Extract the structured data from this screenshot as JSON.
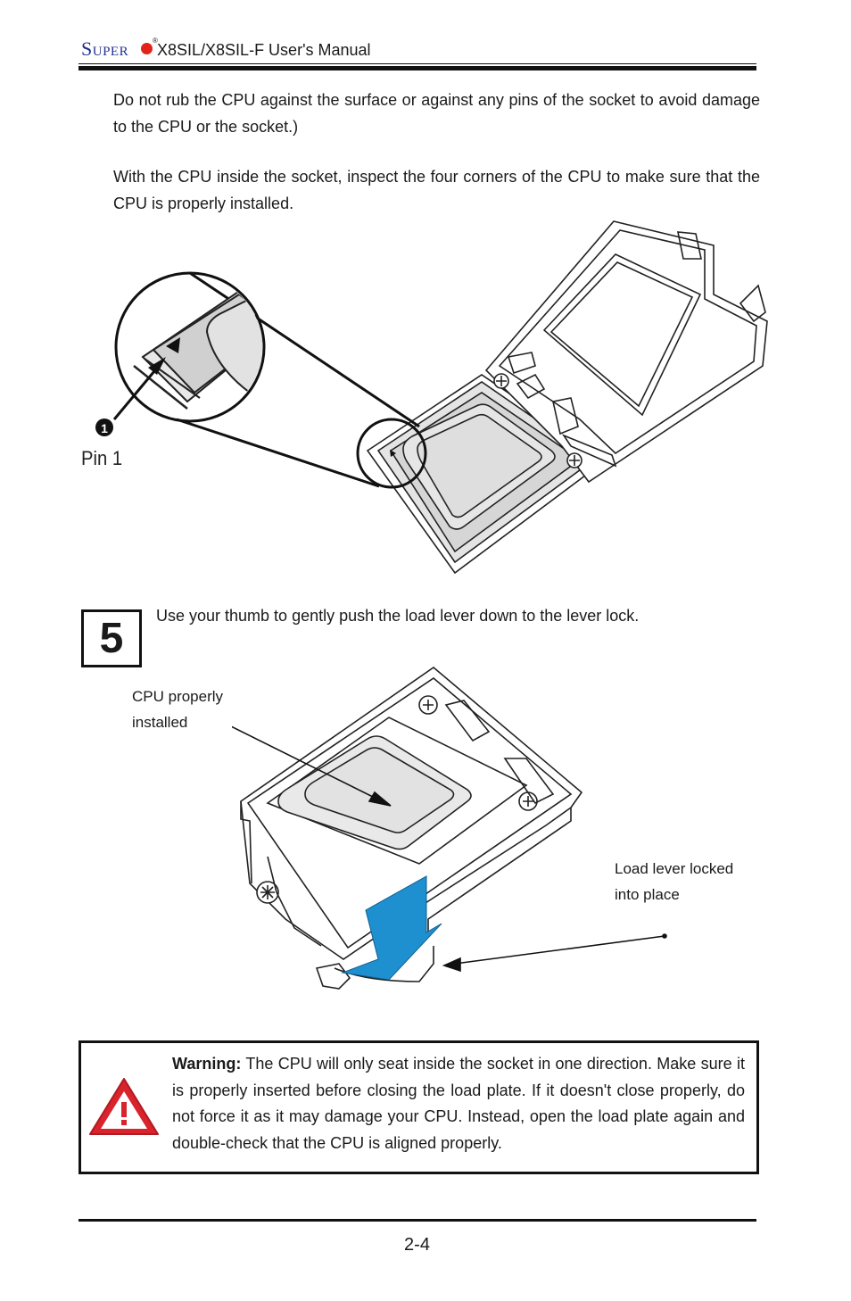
{
  "header": {
    "brand": "Super",
    "brand_mark": "®",
    "manual_title": "X8SIL/X8SIL-F User's Manual"
  },
  "body": {
    "para1": "Do not rub the CPU against the surface or against any pins of the socket  to avoid damage to the CPU or the socket.)",
    "para2": "With the CPU inside the socket, inspect the four corners of the CPU to make sure that the CPU is properly installed."
  },
  "figure1": {
    "callout_number": "1",
    "pin_label": "Pin 1"
  },
  "step5": {
    "number": "5",
    "text": "Use your thumb to gently push the load lever down to the lever lock."
  },
  "figure2": {
    "label_cpu_line1": "CPU properly",
    "label_cpu_line2": "installed",
    "label_lever_line1": "Load lever locked",
    "label_lever_line2": "into place"
  },
  "warning": {
    "icon": "warning-triangle-icon",
    "title": "Warning:",
    "text": " The CPU will only seat inside the socket in one direction.  Make sure it is properly inserted before closing the load plate.  If it doesn't close properly, do not force it as it may damage your CPU.  Instead, open the load plate again and double-check that the CPU is aligned properly."
  },
  "footer": {
    "page_number": "2-4"
  },
  "colors": {
    "brand_blue": "#1f2f8f",
    "brand_red": "#e2231a",
    "arrow_blue": "#1e90d0",
    "warning_red": "#d9232d"
  }
}
